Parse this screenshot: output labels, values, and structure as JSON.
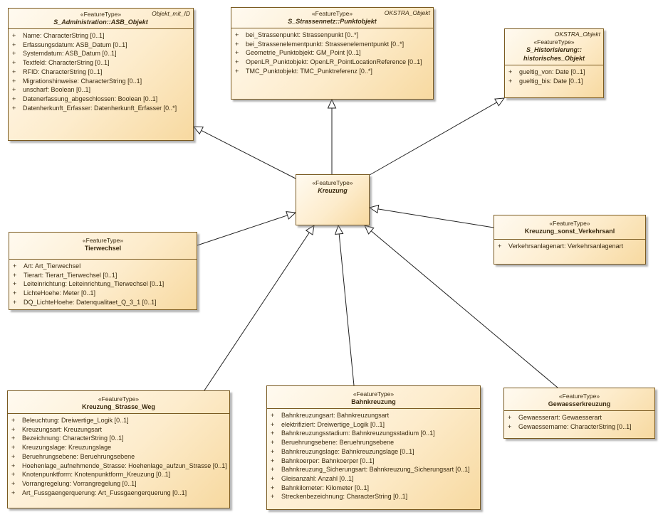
{
  "classes": [
    {
      "id": "asb",
      "package": "Objekt_mit_ID",
      "stereotype": "«FeatureType»",
      "name": "S_Administration::ASB_Objekt",
      "abstract": true,
      "attributes": [
        {
          "vis": "+",
          "text": "Name: CharacterString [0..1]"
        },
        {
          "vis": "+",
          "text": "Erfassungsdatum: ASB_Datum [0..1]"
        },
        {
          "vis": "+",
          "text": "Systemdatum: ASB_Datum [0..1]"
        },
        {
          "vis": "+",
          "text": "Textfeld: CharacterString [0..1]"
        },
        {
          "vis": "+",
          "text": "RFID: CharacterString [0..1]"
        },
        {
          "vis": "+",
          "text": "Migrationshinweise: CharacterString [0..1]"
        },
        {
          "vis": "+",
          "text": "unscharf: Boolean [0..1]"
        },
        {
          "vis": "+",
          "text": "Datenerfassung_abgeschlossen: Boolean [0..1]"
        },
        {
          "vis": "+",
          "text": "Datenherkunft_Erfasser: Datenherkunft_Erfasser [0..*]"
        }
      ]
    },
    {
      "id": "punkt",
      "package": "OKSTRA_Objekt",
      "stereotype": "«FeatureType»",
      "name": "S_Strassennetz::Punktobjekt",
      "abstract": true,
      "attributes": [
        {
          "vis": "+",
          "text": "bei_Strassenpunkt: Strassenpunkt [0..*]"
        },
        {
          "vis": "+",
          "text": "bei_Strassenelementpunkt: Strassenelementpunkt [0..*]"
        },
        {
          "vis": "+",
          "text": "Geometrie_Punktobjekt: GM_Point [0..1]"
        },
        {
          "vis": "+",
          "text": "OpenLR_Punktobjekt: OpenLR_PointLocationReference [0..1]"
        },
        {
          "vis": "+",
          "text": "TMC_Punktobjekt: TMC_Punktreferenz [0..*]"
        }
      ]
    },
    {
      "id": "hist",
      "package": "OKSTRA_Objekt",
      "stereotype": "«FeatureType»",
      "name": "S_Historisierung::\nhistorisches_Objekt",
      "abstract": true,
      "attributes": [
        {
          "vis": "+",
          "text": "gueltig_von: Date [0..1]"
        },
        {
          "vis": "+",
          "text": "gueltig_bis: Date [0..1]"
        }
      ]
    },
    {
      "id": "kreuzung",
      "package": "",
      "stereotype": "«FeatureType»",
      "name": "Kreuzung",
      "abstract": true,
      "attributes": []
    },
    {
      "id": "tier",
      "package": "",
      "stereotype": "«FeatureType»",
      "name": "Tierwechsel",
      "abstract": false,
      "attributes": [
        {
          "vis": "+",
          "text": "Art: Art_Tierwechsel"
        },
        {
          "vis": "+",
          "text": "Tierart: Tierart_Tierwechsel [0..1]"
        },
        {
          "vis": "+",
          "text": "Leiteinrichtung: Leiteinrichtung_Tierwechsel [0..1]"
        },
        {
          "vis": "+",
          "text": "LichteHoehe: Meter [0..1]"
        },
        {
          "vis": "+",
          "text": "DQ_LichteHoehe: Datenqualitaet_Q_3_1 [0..1]"
        }
      ]
    },
    {
      "id": "sonst",
      "package": "",
      "stereotype": "«FeatureType»",
      "name": "Kreuzung_sonst_Verkehrsanl",
      "abstract": false,
      "attributes": [
        {
          "vis": "+",
          "text": "Verkehrsanlagenart: Verkehrsanlagenart"
        }
      ]
    },
    {
      "id": "strasse",
      "package": "",
      "stereotype": "«FeatureType»",
      "name": "Kreuzung_Strasse_Weg",
      "abstract": false,
      "attributes": [
        {
          "vis": "+",
          "text": "Beleuchtung: Dreiwertige_Logik [0..1]"
        },
        {
          "vis": "+",
          "text": "Kreuzungsart: Kreuzungsart"
        },
        {
          "vis": "+",
          "text": "Bezeichnung: CharacterString [0..1]"
        },
        {
          "vis": "+",
          "text": "Kreuzungslage: Kreuzungslage"
        },
        {
          "vis": "+",
          "text": "Beruehrungsebene: Beruehrungsebene"
        },
        {
          "vis": "+",
          "text": "Hoehenlage_aufnehmende_Strasse: Hoehenlage_aufzun_Strasse [0..1]"
        },
        {
          "vis": "+",
          "text": "Knotenpunktform: Knotenpunktform_Kreuzung [0..1]"
        },
        {
          "vis": "+",
          "text": "Vorrangregelung: Vorrangregelung [0..1]"
        },
        {
          "vis": "+",
          "text": "Art_Fussgaengerquerung: Art_Fussgaengerquerung [0..1]"
        }
      ]
    },
    {
      "id": "bahn",
      "package": "",
      "stereotype": "«FeatureType»",
      "name": "Bahnkreuzung",
      "abstract": false,
      "attributes": [
        {
          "vis": "+",
          "text": "Bahnkreuzungsart: Bahnkreuzungsart"
        },
        {
          "vis": "+",
          "text": "elektrifiziert: Dreiwertige_Logik [0..1]"
        },
        {
          "vis": "+",
          "text": "Bahnkreuzungsstadium: Bahnkreuzungsstadium [0..1]"
        },
        {
          "vis": "+",
          "text": "Beruehrungsebene: Beruehrungsebene"
        },
        {
          "vis": "+",
          "text": "Bahnkreuzungslage: Bahnkreuzungslage [0..1]"
        },
        {
          "vis": "+",
          "text": "Bahnkoerper: Bahnkoerper [0..1]"
        },
        {
          "vis": "+",
          "text": "Bahnkreuzung_Sicherungsart: Bahnkreuzung_Sicherungsart [0..1]"
        },
        {
          "vis": "+",
          "text": "Gleisanzahl: Anzahl [0..1]"
        },
        {
          "vis": "+",
          "text": "Bahnkilometer: Kilometer [0..1]"
        },
        {
          "vis": "+",
          "text": "Streckenbezeichnung: CharacterString [0..1]"
        }
      ]
    },
    {
      "id": "gewaesser",
      "package": "",
      "stereotype": "«FeatureType»",
      "name": "Gewaesserkreuzung",
      "abstract": false,
      "attributes": [
        {
          "vis": "+",
          "text": "Gewaesserart: Gewaesserart"
        },
        {
          "vis": "+",
          "text": "Gewaessername: CharacterString [0..1]"
        }
      ]
    }
  ],
  "generalizations": [
    {
      "from": "kreuzung",
      "to": "asb"
    },
    {
      "from": "kreuzung",
      "to": "punkt"
    },
    {
      "from": "kreuzung",
      "to": "hist"
    },
    {
      "from": "tier",
      "to": "kreuzung"
    },
    {
      "from": "sonst",
      "to": "kreuzung"
    },
    {
      "from": "strasse",
      "to": "kreuzung"
    },
    {
      "from": "bahn",
      "to": "kreuzung"
    },
    {
      "from": "gewaesser",
      "to": "kreuzung"
    }
  ]
}
